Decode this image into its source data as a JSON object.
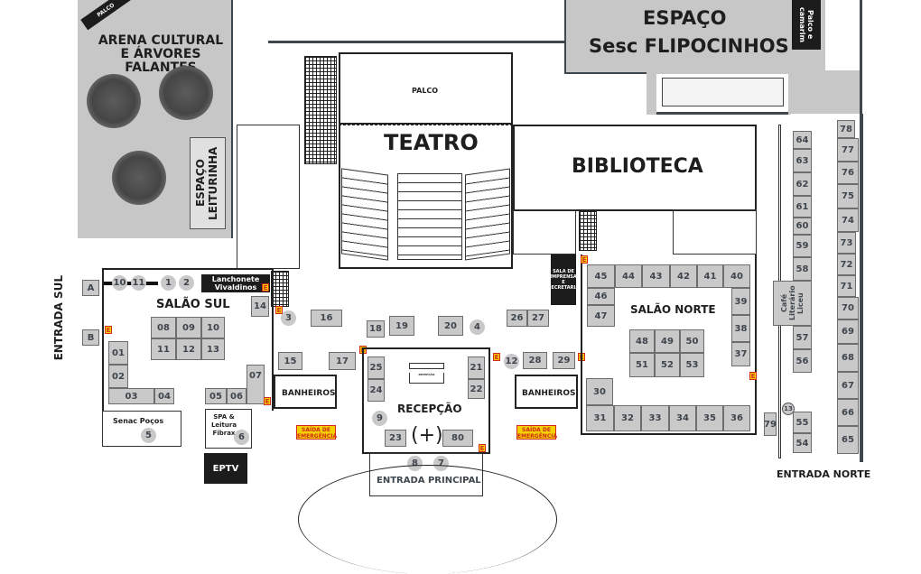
{
  "areas": {
    "arena": "ARENA CULTURAL E ÁRVORES FALANTES",
    "arena_palco": "PALCO",
    "leiturinha": "ESPAÇO LEITURINHA",
    "flipocinhos_line1": "ESPAÇO",
    "flipocinhos_line2": "Sesc FLIPOCINHOS",
    "palco_camarim": "Palco e camarim",
    "teatro": "TEATRO",
    "teatro_palco": "PALCO",
    "biblioteca": "BIBLIOTECA",
    "salao_sul": "SALÃO SUL",
    "salao_norte": "SALÃO NORTE",
    "recepcao": "RECEPÇÃO",
    "recepcao_desk": "RECEPÇÃO",
    "banheiros_left": "BANHEIROS",
    "banheiros_right": "BANHEIROS",
    "lanchonete": "Lanchonete Vivaldinos",
    "sala_imprensa": "SALA DE IMPRENSA E SECRETARIA",
    "senac": "Senac Poços",
    "spa": "SPA & Leitura Fibrax",
    "eptv": "EPTV",
    "cafe": "Café Literário Liceu",
    "saida_left": "SAÍDA DE EMERGÊNCIA",
    "saida_right": "SAÍDA DE EMERGÊNCIA"
  },
  "entrances": {
    "sul": "ENTRADA SUL",
    "norte": "ENTRADA NORTE",
    "principal": "ENTRADA PRINCIPAL"
  },
  "booths": {
    "A": "A",
    "B": "B",
    "b01": "01",
    "b02": "02",
    "b03": "03",
    "b04": "04",
    "b05": "05",
    "b06": "06",
    "b07": "07",
    "b08": "08",
    "b09": "09",
    "b10": "10",
    "b11": "11",
    "b12": "12",
    "b13": "13",
    "b14": "14",
    "b15": "15",
    "b16": "16",
    "b17": "17",
    "b18": "18",
    "b19": "19",
    "b20": "20",
    "b21": "21",
    "b22": "22",
    "b23": "23",
    "b24": "24",
    "b25": "25",
    "b26": "26",
    "b27": "27",
    "b28": "28",
    "b29": "29",
    "b30": "30",
    "b31": "31",
    "b32": "32",
    "b33": "33",
    "b34": "34",
    "b35": "35",
    "b36": "36",
    "b37": "37",
    "b38": "38",
    "b39": "39",
    "b40": "40",
    "b41": "41",
    "b42": "42",
    "b43": "43",
    "b44": "44",
    "b45": "45",
    "b46": "46",
    "b47": "47",
    "b48": "48",
    "b49": "49",
    "b50": "50",
    "b51": "51",
    "b52": "52",
    "b53": "53",
    "b54": "54",
    "b55": "55",
    "b56": "56",
    "b57": "57",
    "b58": "58",
    "b59": "59",
    "b60": "60",
    "b61": "61",
    "b62": "62",
    "b63": "63",
    "b64": "64",
    "b65": "65",
    "b66": "66",
    "b67": "67",
    "b68": "68",
    "b69": "69",
    "b70": "70",
    "b71": "71",
    "b72": "72",
    "b73": "73",
    "b74": "74",
    "b75": "75",
    "b76": "76",
    "b77": "77",
    "b78": "78",
    "b79": "79",
    "b80": "80"
  },
  "points": {
    "p1": "1",
    "p2": "2",
    "p3": "3",
    "p4": "4",
    "p5": "5",
    "p6": "6",
    "p7": "7",
    "p8": "8",
    "p9": "9",
    "p10": "10",
    "p11": "11",
    "p12": "12",
    "p13": "13"
  },
  "marker": "E",
  "colors": {
    "booth": "#c9c9c9",
    "outdoor_area": "#c8c7c7",
    "exit_sign": "#f5d000",
    "exit_text": "#d1291b",
    "dark_box": "#1c1c1c"
  }
}
